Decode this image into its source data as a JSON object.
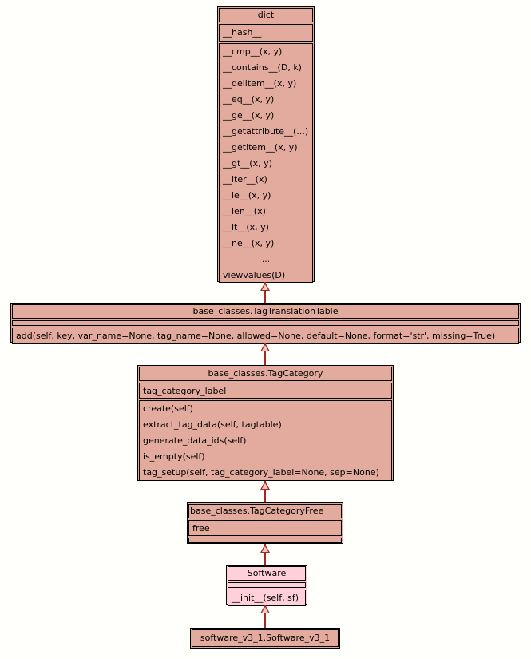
{
  "diagram": {
    "type": "uml-class-inheritance",
    "title": "Python class inheritance diagram",
    "background_color": "#fffffc",
    "box_fill_color": "#e3ab9e",
    "highlight_fill_color": "#ffd0d8",
    "edge_color": "#a52a1e",
    "border_color": "#000000"
  },
  "classes": [
    {
      "id": "dict",
      "name": "dict",
      "highlighted": false,
      "attributes": [
        "__hash__"
      ],
      "methods": [
        "__cmp__(x, y)",
        "__contains__(D, k)",
        "__delitem__(x, y)",
        "__eq__(x, y)",
        "__ge__(x, y)",
        "__getattribute__(...)",
        "__getitem__(x, y)",
        "__gt__(x, y)",
        "__iter__(x)",
        "__le__(x, y)",
        "__len__(x)",
        "__lt__(x, y)",
        "__ne__(x, y)",
        "...",
        "viewvalues(D)"
      ]
    },
    {
      "id": "tagtranslationtable",
      "name": "base_classes.TagTranslationTable",
      "highlighted": false,
      "attributes": [],
      "methods": [
        "add(self, key, var_name=None, tag_name=None, allowed=None, default=None, format='str', missing=True)"
      ]
    },
    {
      "id": "tagcategory",
      "name": "base_classes.TagCategory",
      "highlighted": false,
      "attributes": [
        "tag_category_label"
      ],
      "methods": [
        "create(self)",
        "extract_tag_data(self, tagtable)",
        "generate_data_ids(self)",
        "is_empty(self)",
        "tag_setup(self, tag_category_label=None, sep=None)"
      ]
    },
    {
      "id": "tagcategoryfree",
      "name": "base_classes.TagCategoryFree",
      "highlighted": false,
      "attributes": [
        "free"
      ],
      "methods": []
    },
    {
      "id": "software",
      "name": "Software",
      "highlighted": true,
      "attributes": [],
      "methods": [
        "__init__(self, sf)"
      ]
    },
    {
      "id": "software_v3_1",
      "name": "software_v3_1.Software_v3_1",
      "highlighted": false,
      "attributes": [],
      "methods": []
    }
  ],
  "edges": [
    {
      "from": "tagtranslationtable",
      "to": "dict",
      "kind": "inheritance"
    },
    {
      "from": "tagcategory",
      "to": "tagtranslationtable",
      "kind": "inheritance"
    },
    {
      "from": "tagcategoryfree",
      "to": "tagcategory",
      "kind": "inheritance"
    },
    {
      "from": "software",
      "to": "tagcategoryfree",
      "kind": "inheritance"
    },
    {
      "from": "software_v3_1",
      "to": "software",
      "kind": "inheritance"
    }
  ]
}
